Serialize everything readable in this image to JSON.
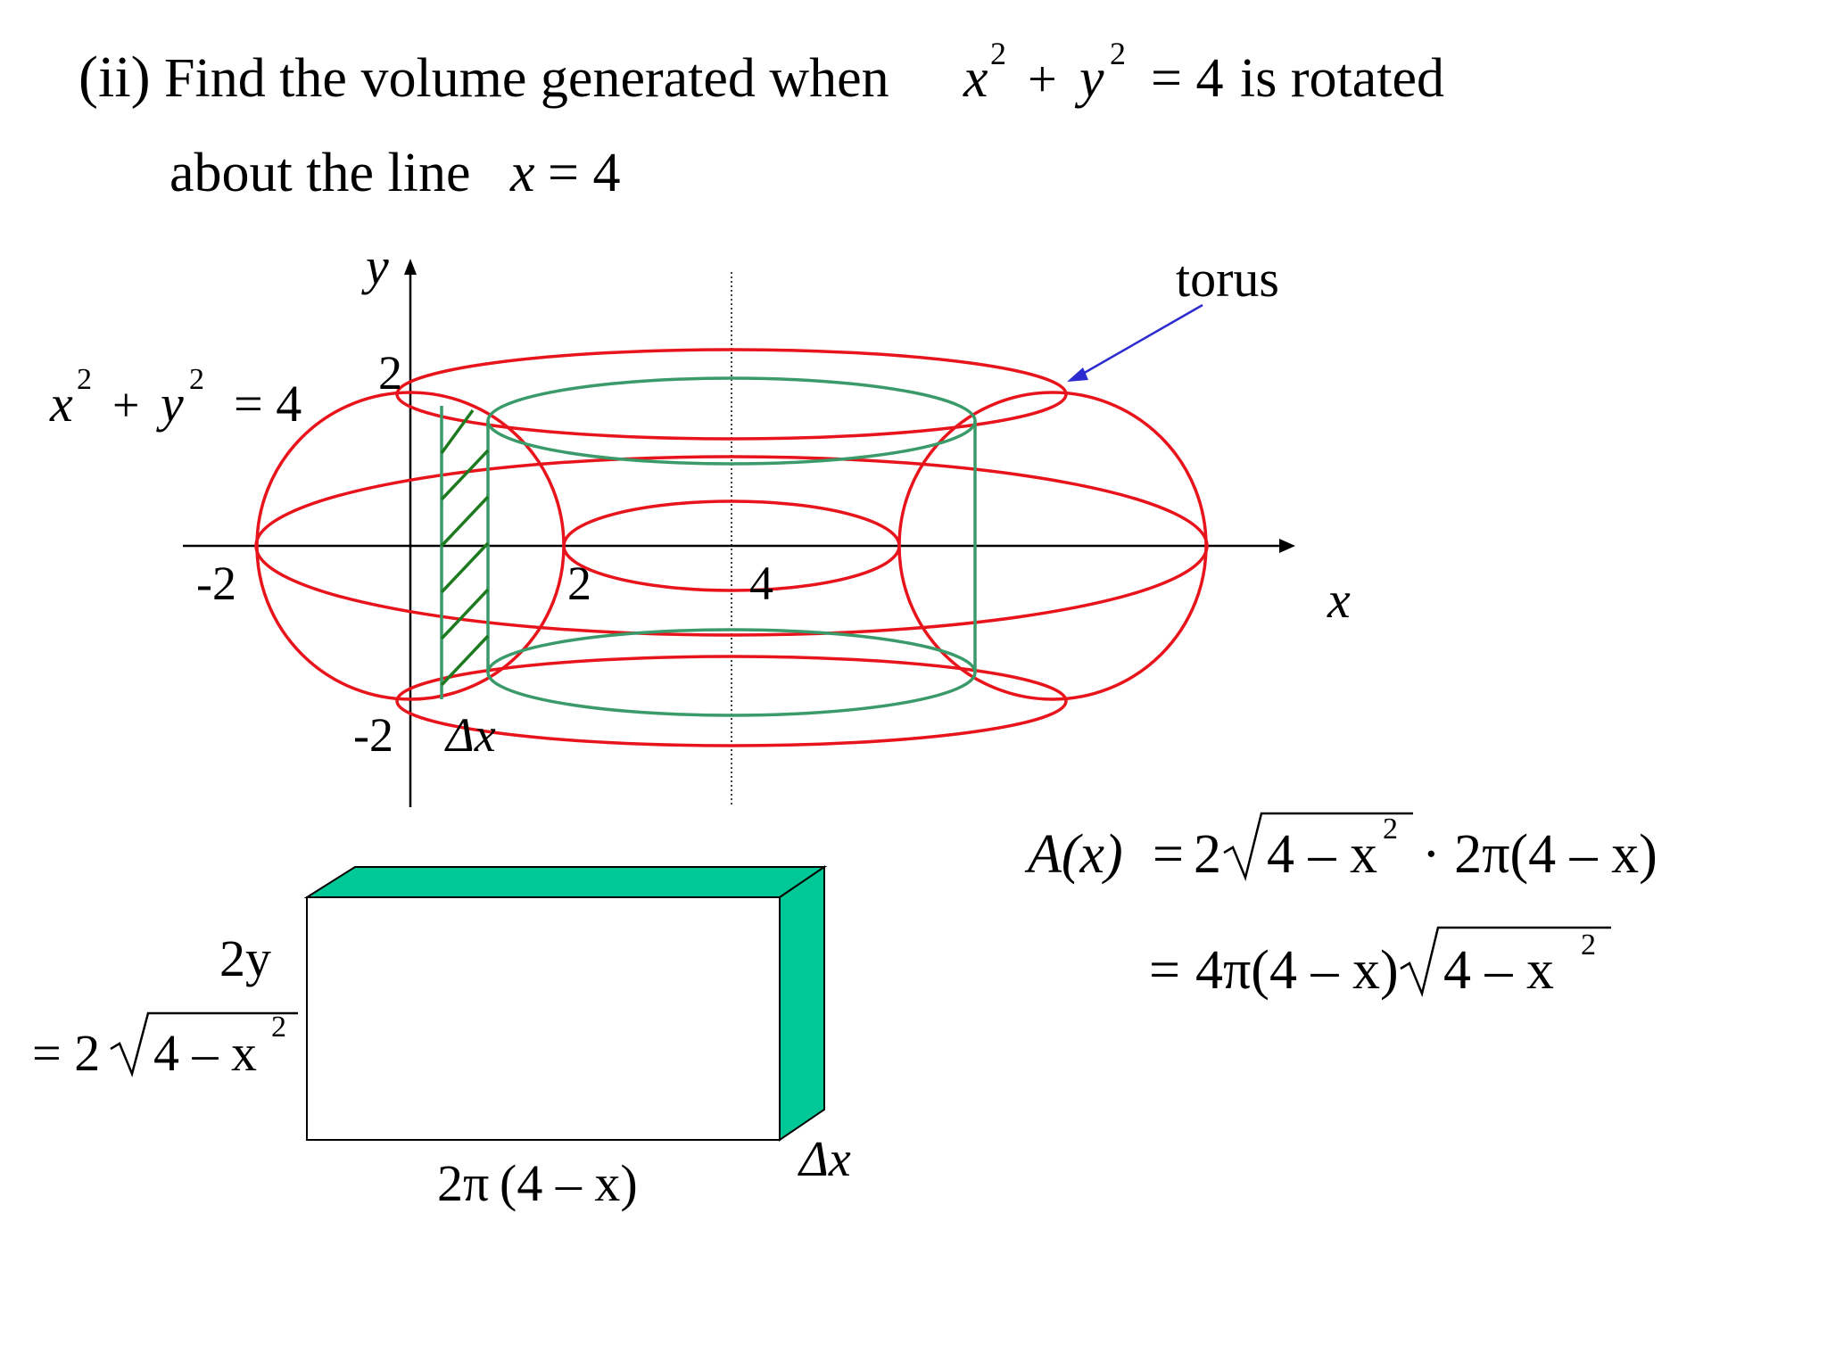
{
  "problem": {
    "part_label": "(ii)",
    "line1_text": "Find the volume generated when",
    "line1_eq_x": "x",
    "line1_eq_plus": "+",
    "line1_eq_y": "y",
    "exponent": "2",
    "line1_eq_rhs": "= 4",
    "line1_end": "is rotated",
    "line2_text": "about the line",
    "line2_var": "x",
    "line2_rhs": "= 4"
  },
  "graph": {
    "y_axis_label": "y",
    "x_axis_label": "x",
    "tick_x_neg2": "-2",
    "tick_x_2": "2",
    "tick_x_4": "4",
    "tick_y_2": "2",
    "tick_y_neg2": "-2",
    "strip_width_label": "Δx",
    "circle_eq_x": "x",
    "circle_eq_plus": "+",
    "circle_eq_y": "y",
    "circle_eq_rhs": "= 4",
    "torus_label": "torus"
  },
  "slab": {
    "height_label_top": "2y",
    "height_label_eq": "= 2",
    "height_label_root": "4 – x",
    "length_label_coef": "2π",
    "length_label_arg": "(4 – x)",
    "thickness_label": "Δx"
  },
  "formula": {
    "line1_lhs": "A(x)",
    "line1_eq": "=",
    "line1_coef": "2",
    "line1_root": "4 – x",
    "line1_rest": "· 2π(4 – x)",
    "line2_eq": "=",
    "line2_expr": "4π(4 – x)",
    "line2_root": "4 – x"
  },
  "colors": {
    "torus": "#e8141c",
    "cylinder": "#3a9a6a",
    "hatch": "#1e7a1e",
    "slab_face": "#00c896",
    "arrow": "#2b2bd0"
  }
}
